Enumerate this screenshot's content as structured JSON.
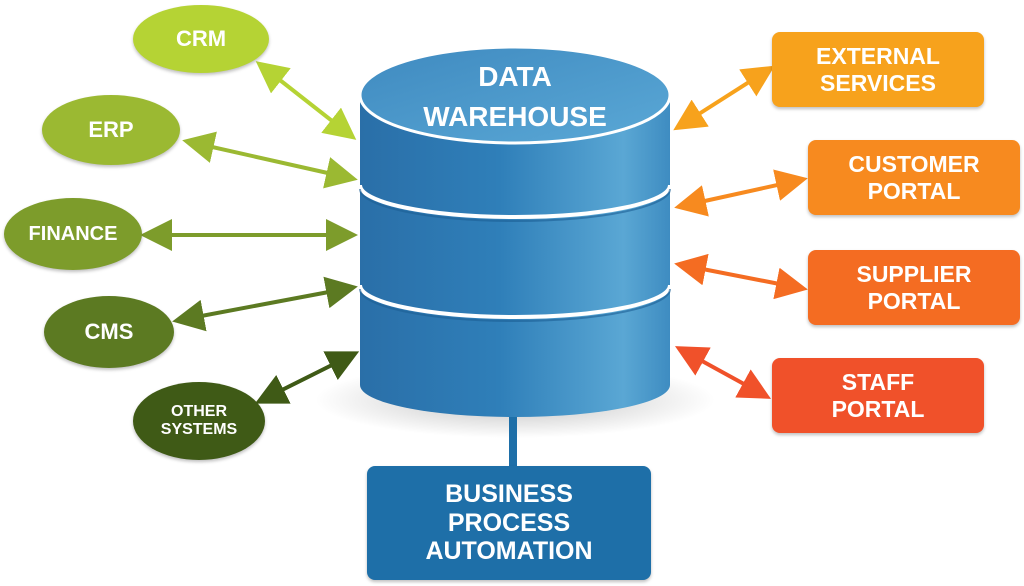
{
  "center": {
    "title_line1": "DATA",
    "title_line2": "WAREHOUSE"
  },
  "left_sources": [
    {
      "label": "CRM",
      "color": "#b5d334"
    },
    {
      "label": "ERP",
      "color": "#9bb932"
    },
    {
      "label": "FINANCE",
      "color": "#7d9c2b"
    },
    {
      "label": "CMS",
      "color": "#5c7a22"
    },
    {
      "label_line1": "OTHER",
      "label_line2": "SYSTEMS",
      "color": "#3f5a16"
    }
  ],
  "right_portals": [
    {
      "label_line1": "EXTERNAL",
      "label_line2": "SERVICES",
      "color": "#f7a21c"
    },
    {
      "label_line1": "CUSTOMER",
      "label_line2": "PORTAL",
      "color": "#f78a1f"
    },
    {
      "label_line1": "SUPPLIER",
      "label_line2": "PORTAL",
      "color": "#f46c22"
    },
    {
      "label_line1": "STAFF",
      "label_line2": "PORTAL",
      "color": "#f0512a"
    }
  ],
  "bottom": {
    "line1": "BUSINESS",
    "line2": "PROCESS",
    "line3": "AUTOMATION",
    "color": "#1e6fa8"
  },
  "colors": {
    "cylinder_top": "#4b97c9",
    "cylinder_body": "#2b7ab6",
    "cylinder_dark": "#1d5f95"
  }
}
